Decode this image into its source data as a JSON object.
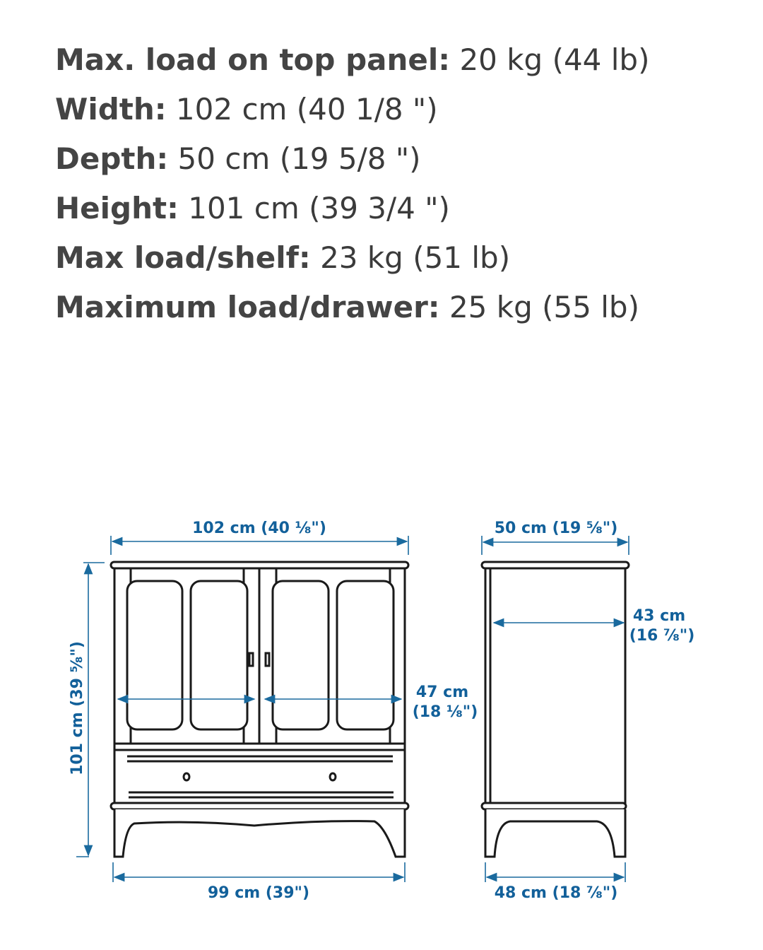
{
  "specs": [
    {
      "label": "Max. load on top panel:",
      "value": "20 kg (44 lb)"
    },
    {
      "label": "Width:",
      "value": "102 cm (40 1/8 \")"
    },
    {
      "label": "Depth:",
      "value": "50 cm (19 5/8 \")"
    },
    {
      "label": "Height:",
      "value": "101 cm (39 3/4 \")"
    },
    {
      "label": "Max load/shelf:",
      "value": "23 kg (51 lb)"
    },
    {
      "label": "Maximum load/drawer:",
      "value": "25 kg (55 lb)"
    }
  ],
  "diagram": {
    "front_width": "102 cm (40 ⅛\")",
    "height": "101 cm (39 ⅝\")",
    "inner_width_line1": "47 cm",
    "inner_width_line2": "(18 ⅛\")",
    "base_width": "99 cm (39\")",
    "depth": "50 cm (19 ⅝\")",
    "inner_depth_line1": "43 cm",
    "inner_depth_line2": "(16 ⅞\")",
    "base_depth": "48 cm (18 ⅞\")",
    "dimension_color": "#1a6a9e"
  }
}
